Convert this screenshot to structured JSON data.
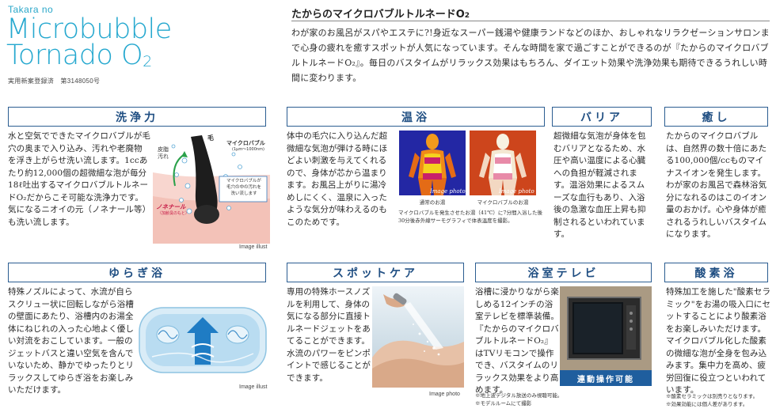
{
  "brand": {
    "small": "Takara no",
    "title_line1": "Microbubble",
    "title_line2": "Tornado O",
    "title_sub": "2",
    "patent": "実用新案登録済　第3148050号"
  },
  "intro": {
    "heading": "たからのマイクロバブルトルネードO",
    "heading_sub": "2",
    "body": "わが家のお風呂がスパやエステに?!身近なスーパー銭湯や健康ランドなどのほか、おしゃれなリラクゼーションサロンまで心身の疲れを癒すスポットが人気になっています。そんな時間を家で過ごすことができるのが『たからのマイクロバブルトルネードO₂』。毎日のバスタイムがリラックス効果はもちろん、ダイエット効果や洗浄効果も期待できるうれしい時間に変わります。"
  },
  "sections": {
    "cleaning": {
      "title": "洗浄力",
      "body": "水と空気でできたマイクロバブルが毛穴の奥まで入り込み、汚れや老廃物を浮き上がらせ洗い流します。1ccあたり約12,000個の超微細な泡が毎分18ℓ吐出するマイクロバブルトルネードO₂だからこそ可能な洗浄力です。気になるニオイの元（ノネナール等）も洗い流します。",
      "diagram": {
        "hair": "毛",
        "skin_dirt": "皮脂\n汚れ",
        "microbubble": "マイクロバブル",
        "microbubble_size": "(1μm～1000nm)",
        "callout": "マイクロバブルが\n毛穴の中の汚れを\n洗い流します",
        "nonenal": "ノネナール",
        "nonenal_sub": "（加齢臭のもと）"
      },
      "caption": "Image illust"
    },
    "warm": {
      "title": "温浴",
      "body": "体中の毛穴に入り込んだ超微細な気泡が弾ける時にほどよい刺激を与えてくれるので、身体が芯から温まります。お風呂上がりに湯冷めしにくく、温泉に入ったような気分が味わえるのもこのためです。",
      "thermo_left_label": "通常のお湯",
      "thermo_right_label": "マイクロバブルのお湯",
      "thermo_mark": "Image photo",
      "note": "マイクロバブルを発生させたお湯（41℃）に7分間入浴した後30分後赤外線サーモグラフィで体表温度を撮影。"
    },
    "barrier": {
      "title": "バリア",
      "body": "超微細な気泡が身体を包むバリアとなるため、水圧や高い温度による心臓への負担が軽減されます。温浴効果によるスムーズな血行もあり、入浴後の急激な血圧上昇も抑制されるといわれています。"
    },
    "healing": {
      "title": "癒し",
      "body": "たからのマイクロバブルは、自然界の数十倍にあたる100,000個/ccものマイナスイオンを発生します。わが家のお風呂で森林浴気分になれるのはこのイオン量のおかげ。心や身体が癒されるうれしいバスタイムになります。"
    },
    "swaying": {
      "title": "ゆらぎ浴",
      "body": "特殊ノズルによって、水流が自らスクリュー状に回転しながら浴槽の壁面にあたり、浴槽内のお湯全体にねじれの入った心地よく優しい対流をおこしています。一般のジェットバスと違い空気を含んでいないため、静かでゆったりとリラックスしてゆらぎ浴をお楽しみいただけます。",
      "caption": "Image illust"
    },
    "spot": {
      "title": "スポットケア",
      "body": "専用の特殊ホースノズルを利用して、身体の気になる部分に直接トルネードジェットをあてることができます。水流のパワーをピンポイントで感じることができます。",
      "caption": "Image photo"
    },
    "tv": {
      "title": "浴室テレビ",
      "body": "浴槽に浸かりながら楽しめる12インチの浴室テレビを標準装備。『たからのマイクロバブルトルネードO₂』はTVリモコンで操作でき、バスタイムのリラックス効果をより高めます。",
      "badge": "連動操作可能",
      "note1": "※地上波デジタル放送のみ視聴可能。",
      "note2": "※モデルルームにて撮影"
    },
    "oxygen": {
      "title": "酸素浴",
      "body": "特殊加工を施した\"酸素セラミック\"をお湯の吸入口にセットすることにより酸素浴をお楽しみいただけます。マイクロバブル化した酸素の微細な泡が全身を包み込みます。集中力を高め、疲労回復に役立つといわれています。",
      "note1": "※酸素セラミックは別売りとなります。",
      "note2": "※効果効能には個人差があります。"
    }
  }
}
